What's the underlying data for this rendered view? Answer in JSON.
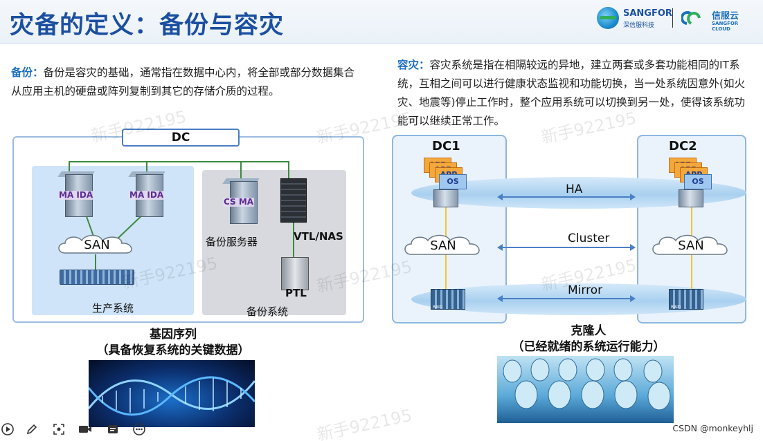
{
  "header": {
    "title": "灾备的定义：备份与容灾",
    "logo1_name": "SANGFOR",
    "logo1_sub": "深信服科技",
    "logo2_name": "信服云",
    "logo2_sub": "SANGFOR CLOUD"
  },
  "left": {
    "keyword": "备份：",
    "text": "备份是容灾的基础，通常指在数据中心内，将全部或部分数据集合从应用主机的硬盘或阵列复制到其它的存储介质的过程。",
    "dc_label": "DC",
    "server1_tag": "MA IDA",
    "server2_tag": "MA IDA",
    "backup_server_tag": "CS MA",
    "san_label": "SAN",
    "backup_server_label": "备份服务器",
    "vtl_label": "VTL/NAS",
    "ptl_label": "PTL",
    "production_label": "生产系统",
    "backup_system_label": "备份系统",
    "caption_line1": "基因序列",
    "caption_line2": "（具备恢复系统的关键数据）"
  },
  "right": {
    "keyword": "容灾：",
    "text": "容灾系统是指在相隔较远的异地，建立两套或多套功能相同的IT系统，互相之间可以进行健康状态监视和功能切换，当一处系统因意外(如火灾、地震等)停止工作时，整个应用系统可以切换到另一处，使得该系统功能可以继续正常工作。",
    "dc1_label": "DC1",
    "dc2_label": "DC2",
    "ha_label": "HA",
    "cluster_label": "Cluster",
    "mirror_label": "Mirror",
    "san1_label": "SAN",
    "san2_label": "SAN",
    "app_label": "APP",
    "os_label": "OS",
    "raid_label": "RAID",
    "caption_line1": "克隆人",
    "caption_line2": "（已经就绪的系统运行能力）"
  },
  "watermark": "新手922195",
  "footer": {
    "credit": "CSDN @monkeyhlj"
  },
  "icons": [
    "play-icon",
    "pen-icon",
    "screenshot-icon",
    "camera-icon",
    "caption-icon",
    "more-icon"
  ]
}
